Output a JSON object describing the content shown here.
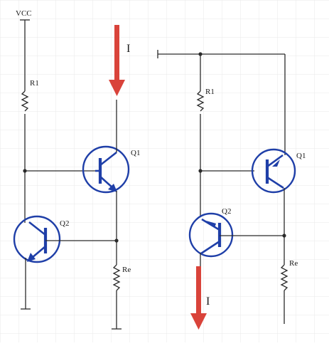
{
  "colors": {
    "wire": "#2b2b2b",
    "transistor": "#1f3fa8",
    "current_arrow": "#d9433a",
    "background": "#ffffff",
    "grid": "#e9e9e9"
  },
  "circuit_left": {
    "supply_label": "VCC",
    "r1_label": "R1",
    "q1_label": "Q1",
    "q2_label": "Q2",
    "re_label": "Re",
    "current_label": "I"
  },
  "circuit_right": {
    "r1_label": "R1",
    "q1_label": "Q1",
    "q2_label": "Q2",
    "re_label": "Re",
    "current_label": "I"
  }
}
